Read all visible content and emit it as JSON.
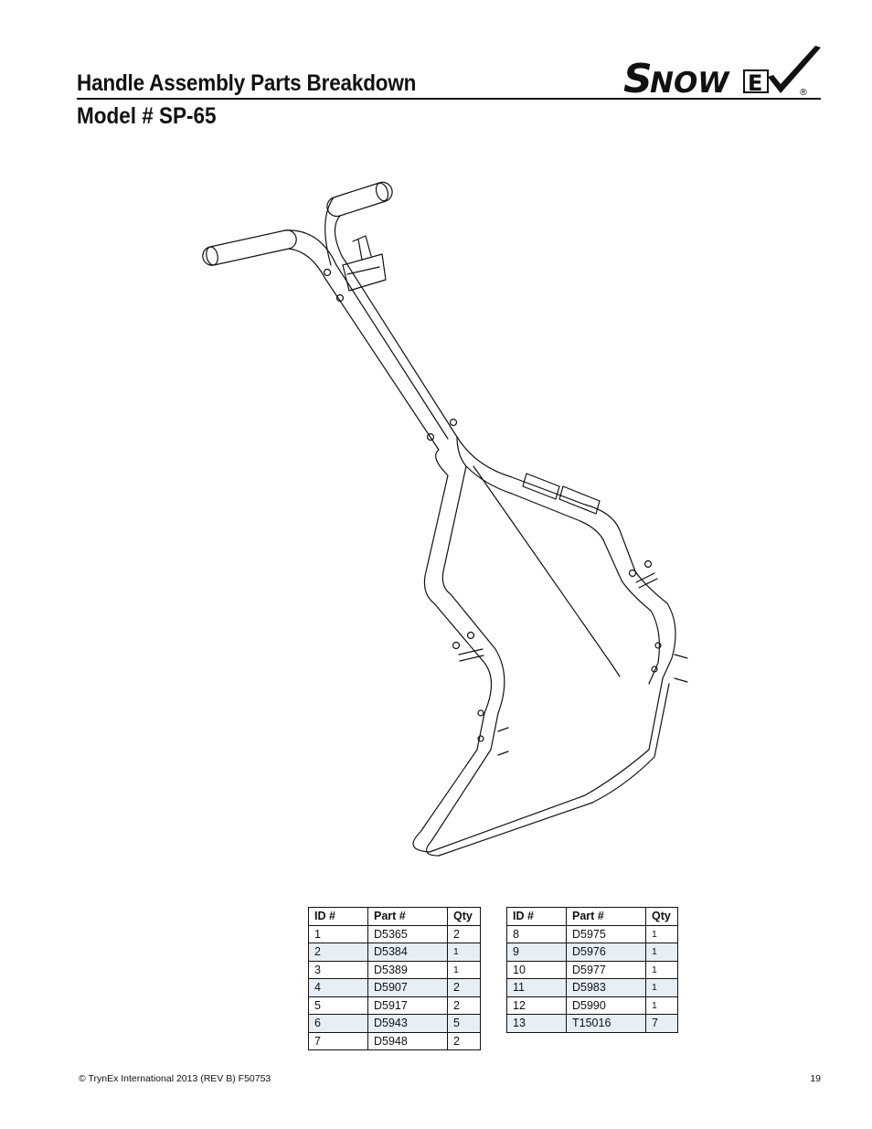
{
  "header": {
    "title": "Handle Assembly Parts Breakdown",
    "subtitle": "Model # SP-65",
    "logo_text": "SnowEx",
    "logo_mark": "®"
  },
  "table_columns": [
    "ID #",
    "Part #",
    "Qty"
  ],
  "parts_left": [
    {
      "id": "1",
      "part": "D5365",
      "qty": "2"
    },
    {
      "id": "2",
      "part": "D5384",
      "qty": "1"
    },
    {
      "id": "3",
      "part": "D5389",
      "qty": "1"
    },
    {
      "id": "4",
      "part": "D5907",
      "qty": "2"
    },
    {
      "id": "5",
      "part": "D5917",
      "qty": "2"
    },
    {
      "id": "6",
      "part": "D5943",
      "qty": "5"
    },
    {
      "id": "7",
      "part": "D5948",
      "qty": "2"
    }
  ],
  "parts_right": [
    {
      "id": "8",
      "part": "D5975",
      "qty": "1"
    },
    {
      "id": "9",
      "part": "D5976",
      "qty": "1"
    },
    {
      "id": "10",
      "part": "D5977",
      "qty": "1"
    },
    {
      "id": "11",
      "part": "D5983",
      "qty": "1"
    },
    {
      "id": "12",
      "part": "D5990",
      "qty": "1"
    },
    {
      "id": "13",
      "part": "T15016",
      "qty": "7"
    }
  ],
  "footer": {
    "copyright": "© TrynEx International 2013 (REV B) F50753",
    "page_number": "19"
  }
}
